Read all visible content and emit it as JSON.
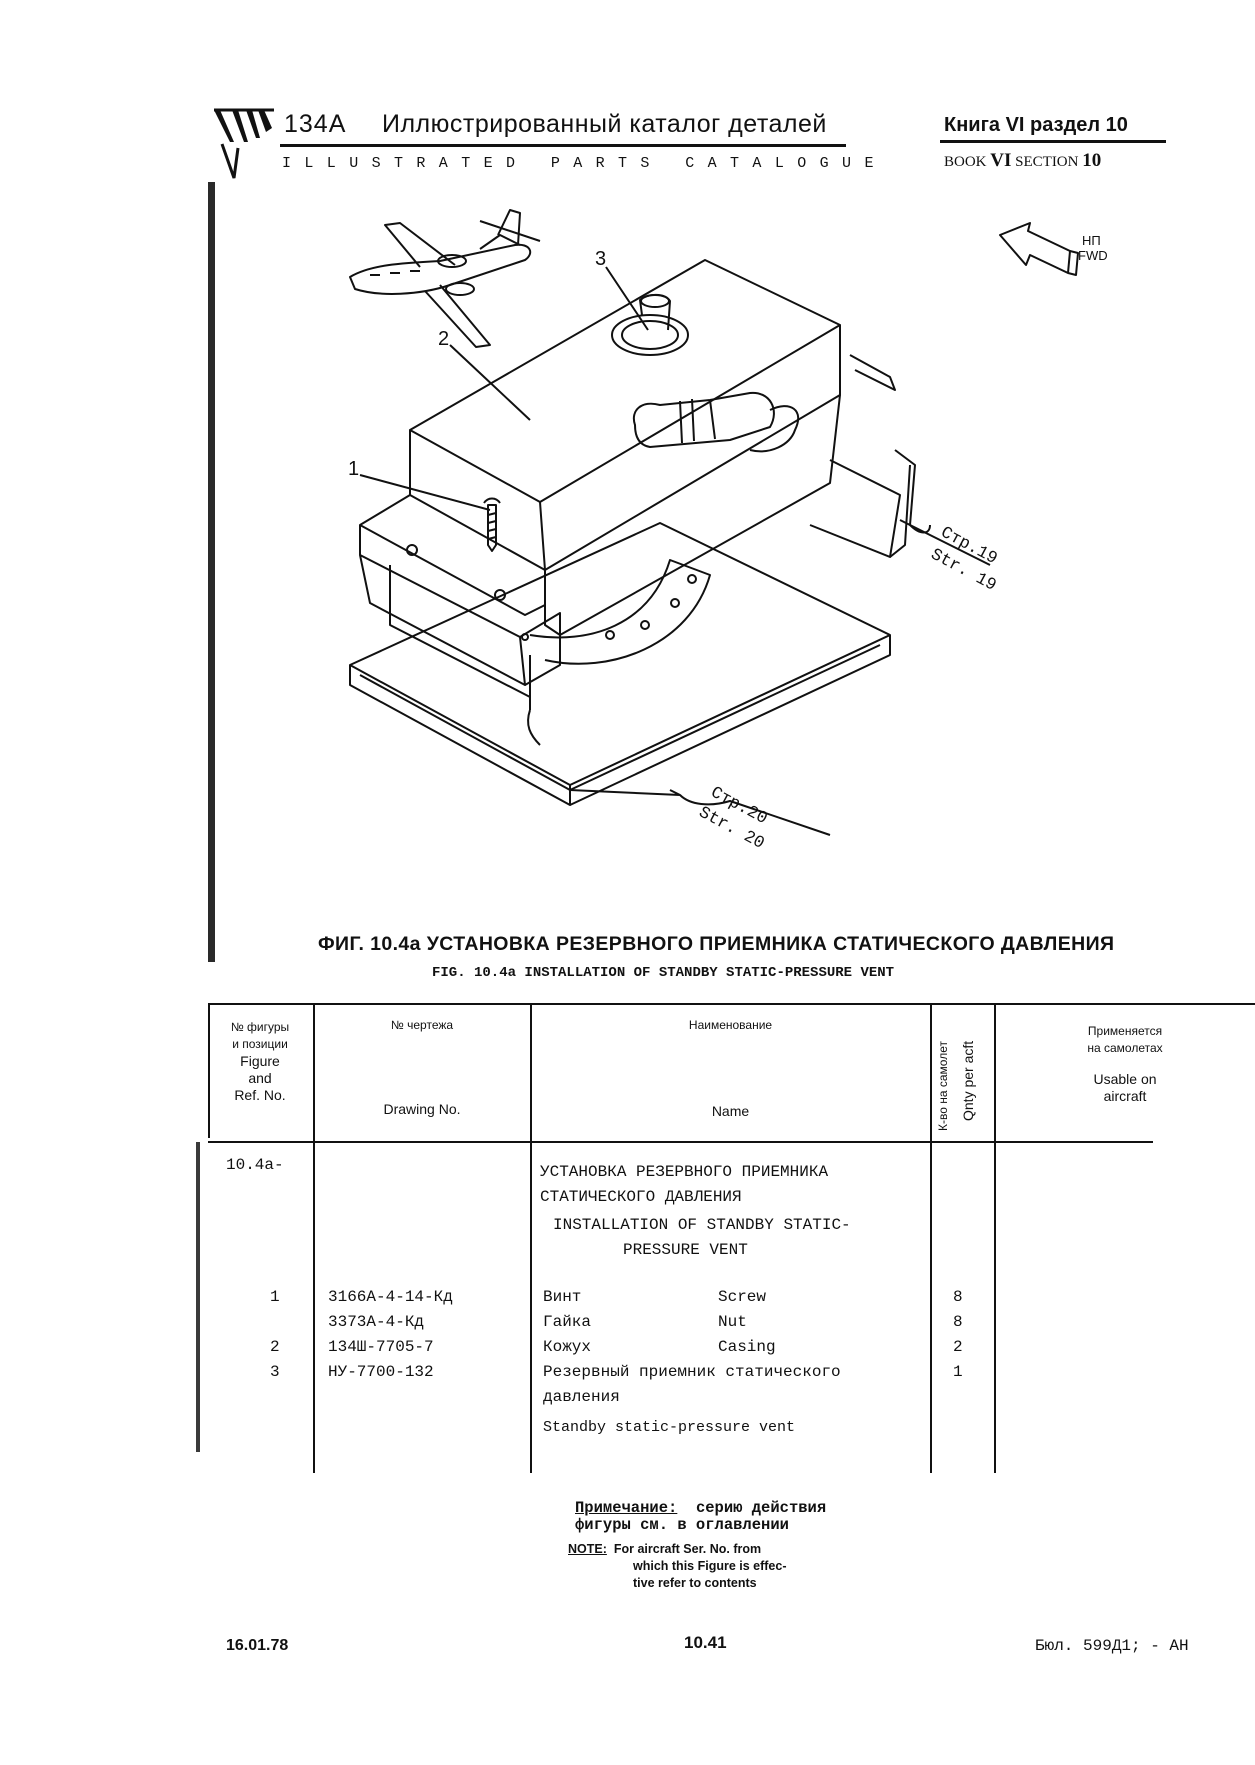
{
  "header": {
    "code": "134A",
    "title_ru": "Иллюстрированный каталог деталей",
    "title_en": "ILLUSTRATED PARTS CATALOGUE",
    "book_ru": "Книга VI раздел 10",
    "book_en_label": "BOOK",
    "book_en_num": "VI",
    "section_en_label": "SECTION",
    "section_en_num": "10"
  },
  "figure": {
    "callouts": [
      "1",
      "2",
      "3"
    ],
    "direction_ru": "НП",
    "direction_en": "FWD",
    "station1_ru": "Стр.19",
    "station1_en": "Str. 19",
    "station2_ru": "Стр.20",
    "station2_en": "Str. 20"
  },
  "caption": {
    "ru": "ФИГ. 10.4а УСТАНОВКА РЕЗЕРВНОГО ПРИЕМНИКА СТАТИЧЕСКОГО ДАВЛЕНИЯ",
    "en": "FIG. 10.4a INSTALLATION OF STANDBY STATIC-PRESSURE VENT"
  },
  "table": {
    "headers": {
      "fig_ru1": "№ фигуры",
      "fig_ru2": "и позиции",
      "fig_en1": "Figure",
      "fig_en2": "and",
      "fig_en3": "Ref. No.",
      "drawing_ru": "№ чертежа",
      "drawing_en": "Drawing No.",
      "name_ru": "Наименование",
      "name_en": "Name",
      "qty_ru": "К-во на самолет",
      "qty_en": "Qnty per acft",
      "usable_ru1": "Применяется",
      "usable_ru2": "на самолетах",
      "usable_en1": "Usable on",
      "usable_en2": "aircraft"
    },
    "figure_ref": "10.4а-",
    "assembly_ru1": "УСТАНОВКА РЕЗЕРВНОГО ПРИЕМНИКА",
    "assembly_ru2": "СТАТИЧЕСКОГО ДАВЛЕНИЯ",
    "assembly_en1": "INSTALLATION OF STANDBY STATIC-",
    "assembly_en2": "PRESSURE VENT",
    "rows": [
      {
        "ref": "1",
        "drawing": "3166А-4-14-Кд",
        "name_ru": "Винт",
        "name_en": "Screw",
        "qty": "8"
      },
      {
        "ref": "",
        "drawing": "3373А-4-Кд",
        "name_ru": "Гайка",
        "name_en": "Nut",
        "qty": "8"
      },
      {
        "ref": "2",
        "drawing": "134Ш-7705-7",
        "name_ru": "Кожух",
        "name_en": "Casing",
        "qty": "2"
      },
      {
        "ref": "3",
        "drawing": "НУ-7700-132",
        "name_ru": "Резервный приемник статического",
        "name_en": "",
        "qty": "1"
      }
    ],
    "row3_ru_cont": "давления",
    "row3_en": "Standby static-pressure vent"
  },
  "note": {
    "ru_label": "Примечание:",
    "ru_text1": "серию действия",
    "ru_text2": "фигуры см. в оглавлении",
    "en_label": "NOTE:",
    "en_text1": "For aircraft Ser. No. from",
    "en_text2": "which this Figure is effec-",
    "en_text3": "tive refer to contents"
  },
  "footer": {
    "date": "16.01.78",
    "page": "10.41",
    "bulletin": "Бюл. 599Д1; - АН"
  }
}
